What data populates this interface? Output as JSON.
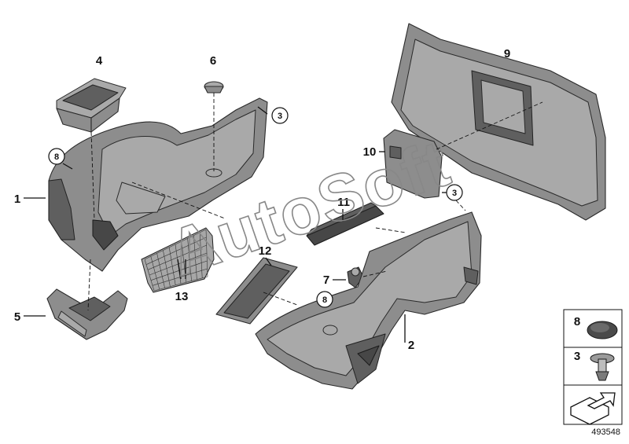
{
  "diagram": {
    "callouts": {
      "1": "1",
      "2": "2",
      "3a": "3",
      "3b": "3",
      "4": "4",
      "5": "5",
      "6": "6",
      "7": "7",
      "8a": "8",
      "8b": "8",
      "9": "9",
      "10": "10",
      "11": "11",
      "12": "12",
      "13": "13"
    },
    "legend": {
      "item8": "8",
      "item3": "3"
    },
    "watermark": "AutoSoft",
    "doc_number": "493548"
  }
}
